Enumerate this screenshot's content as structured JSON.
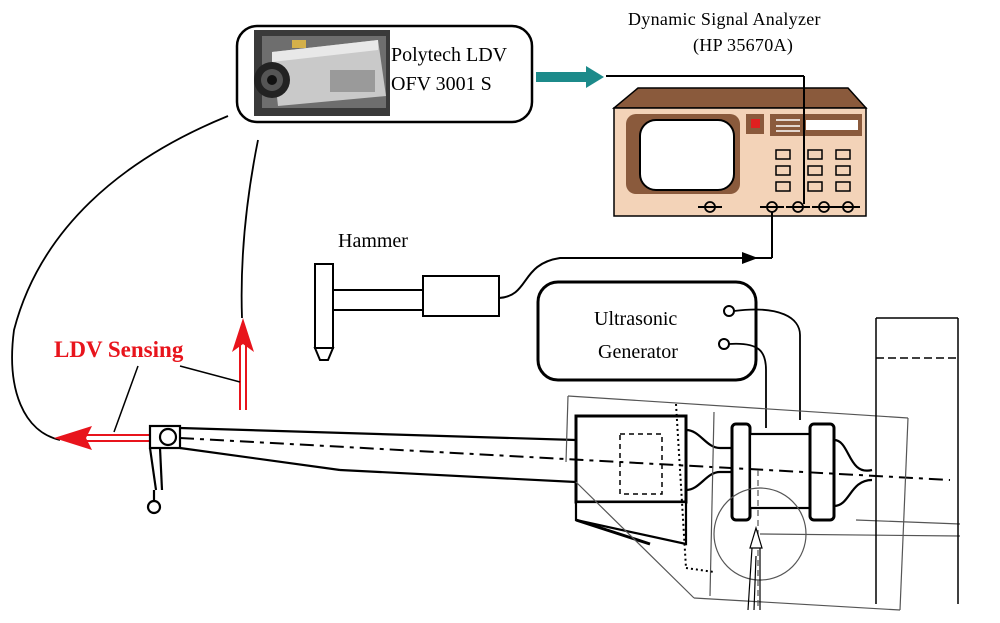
{
  "labels": {
    "analyzer_line1": "Dynamic Signal Analyzer",
    "analyzer_line2": "(HP 35670A)",
    "ldv_line1": "Polytech LDV",
    "ldv_line2": "OFV 3001 S",
    "hammer": "Hammer",
    "generator_line1": "Ultrasonic",
    "generator_line2": "Generator",
    "sensing": "LDV Sensing"
  },
  "colors": {
    "sensing_red": "#e8141c",
    "signal_arrow_teal": "#1c8a8a",
    "analyzer_body": "#f3d3b8",
    "analyzer_top": "#8a5a3c",
    "analyzer_led": "#e02020"
  }
}
